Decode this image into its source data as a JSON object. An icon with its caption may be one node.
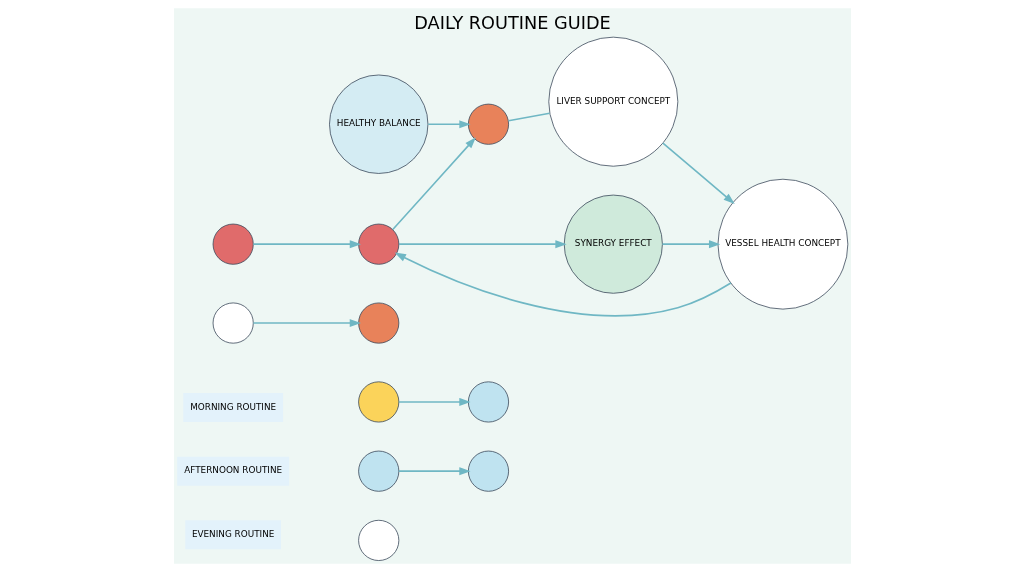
{
  "diagram": {
    "title": "DAILY ROUTINE GUIDE",
    "nodes": [
      {
        "text": [
          "MORNING ROUTINE"
        ]
      },
      {
        "text": [],
        "shape": "circle"
      },
      {
        "text": [],
        "shape": "circle"
      },
      {
        "text": [
          "AFTERNOON ROUTINE"
        ]
      },
      {
        "text": [],
        "shape": "circle"
      },
      {
        "text": [],
        "shape": "circle"
      },
      {
        "text": [
          "EVENING ROUTINE"
        ]
      },
      {
        "text": [],
        "shape": "circle"
      },
      {
        "text": [],
        "shape": "circle"
      },
      {
        "text": [],
        "shape": "circle"
      },
      {
        "text": [],
        "shape": "circle"
      },
      {
        "text": [
          "HEALTHY BALANCE"
        ]
      },
      {
        "text": [],
        "shape": "circle"
      },
      {
        "text": [
          "LIVER SUPPORT CONCEPT"
        ]
      },
      {
        "text": [
          "SYNERGY EFFECT"
        ]
      },
      {
        "text": [],
        "shape": "circle"
      },
      {
        "text": [
          "VESSEL HEALTH CONCEPT"
        ]
      }
    ],
    "edges": [
      {
        "from": 1,
        "to": 2,
        "arrow": "to"
      },
      {
        "from": 4,
        "to": 5,
        "arrow": "to"
      },
      {
        "from": 8,
        "to": 9,
        "arrow": "to"
      },
      {
        "from": 10,
        "to": 15,
        "arrow": "to"
      },
      {
        "from": 11,
        "to": 12,
        "arrow": "to"
      },
      {
        "from": 15,
        "to": 12,
        "arrow": "to"
      },
      {
        "from": 15,
        "to": 14,
        "arrow": "to"
      },
      {
        "from": 12,
        "to": 13,
        "arrow": "none"
      },
      {
        "from": 13,
        "to": 16,
        "arrow": "to"
      },
      {
        "from": 14,
        "to": 16,
        "arrow": "to"
      },
      {
        "from": 16,
        "to": 15,
        "arrow": "to"
      }
    ]
  }
}
